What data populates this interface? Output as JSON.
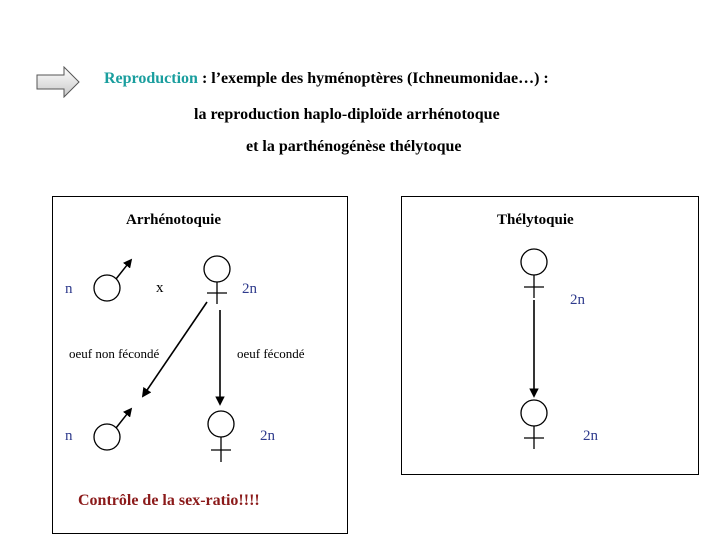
{
  "header": {
    "arrow_icon": "right-arrow-icon",
    "keyword": "Reproduction",
    "line1_rest": " : l’exemple des hyménoptères (Ichneumonidae…) :",
    "line2": "la reproduction haplo-diploïde arrhénotoque",
    "line3": "et la parthénogénèse thélytoque"
  },
  "left_panel": {
    "title": "Arrhénotoquie",
    "male_ploidy_top": "n",
    "cross": "x",
    "female_ploidy_top": "2n",
    "unfertilized_label": "oeuf non fécondé",
    "fertilized_label": "oeuf fécondé",
    "male_ploidy_bottom": "n",
    "female_ploidy_bottom": "2n",
    "conclusion": "Contrôle de la sex-ratio!!!!"
  },
  "right_panel": {
    "title": "Thélytoquie",
    "female_ploidy_top": "2n",
    "female_ploidy_bottom": "2n"
  },
  "colors": {
    "keyword": "#1a9e9e",
    "ploidy_blue": "#2e3a8c",
    "conclusion": "#8b1a1a"
  },
  "icons": [
    "right-arrow-icon",
    "male-symbol-icon",
    "female-symbol-icon",
    "down-arrow-icon"
  ]
}
